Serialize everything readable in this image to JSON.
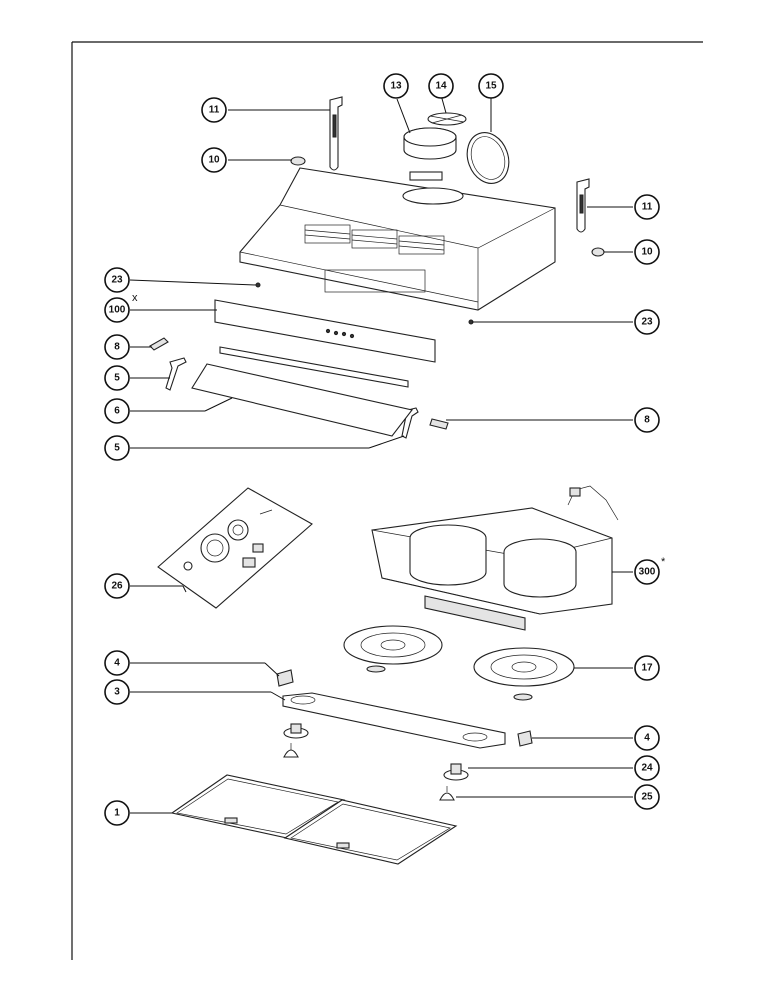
{
  "callouts": [
    {
      "id": "c11a",
      "label": "11"
    },
    {
      "id": "c10a",
      "label": "10"
    },
    {
      "id": "c13",
      "label": "13"
    },
    {
      "id": "c14",
      "label": "14"
    },
    {
      "id": "c15",
      "label": "15"
    },
    {
      "id": "c11b",
      "label": "11"
    },
    {
      "id": "c10b",
      "label": "10"
    },
    {
      "id": "c23a",
      "label": "23"
    },
    {
      "id": "c100",
      "label": "100"
    },
    {
      "id": "c23b",
      "label": "23"
    },
    {
      "id": "c8a",
      "label": "8"
    },
    {
      "id": "c5a",
      "label": "5"
    },
    {
      "id": "c6",
      "label": "6"
    },
    {
      "id": "c8b",
      "label": "8"
    },
    {
      "id": "c5b",
      "label": "5"
    },
    {
      "id": "c26",
      "label": "26"
    },
    {
      "id": "c300",
      "label": "300"
    },
    {
      "id": "c4a",
      "label": "4"
    },
    {
      "id": "c17",
      "label": "17"
    },
    {
      "id": "c3",
      "label": "3"
    },
    {
      "id": "c4b",
      "label": "4"
    },
    {
      "id": "c24",
      "label": "24"
    },
    {
      "id": "c1",
      "label": "1"
    },
    {
      "id": "c25",
      "label": "25"
    }
  ],
  "marks": {
    "asterisk_small": "x",
    "asterisk": "*"
  }
}
